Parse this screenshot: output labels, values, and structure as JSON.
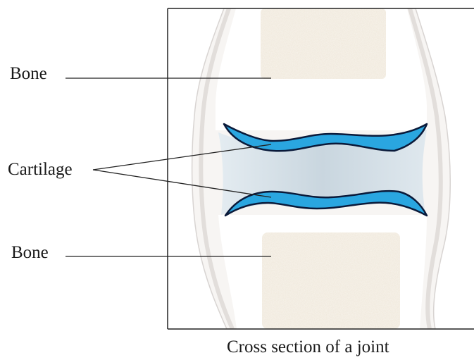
{
  "labels": {
    "bone_top": "Bone",
    "cartilage": "Cartilage",
    "bone_bottom": "Bone"
  },
  "caption": "Cross section of a joint",
  "colors": {
    "cartilage": "#2aa6e0",
    "cartilage_outline": "#0a1a3a",
    "synovial_fluid": "#d8e4ec",
    "bone_texture": "#efe6d8",
    "capsule": "#e9e6e4",
    "line": "#222222"
  }
}
